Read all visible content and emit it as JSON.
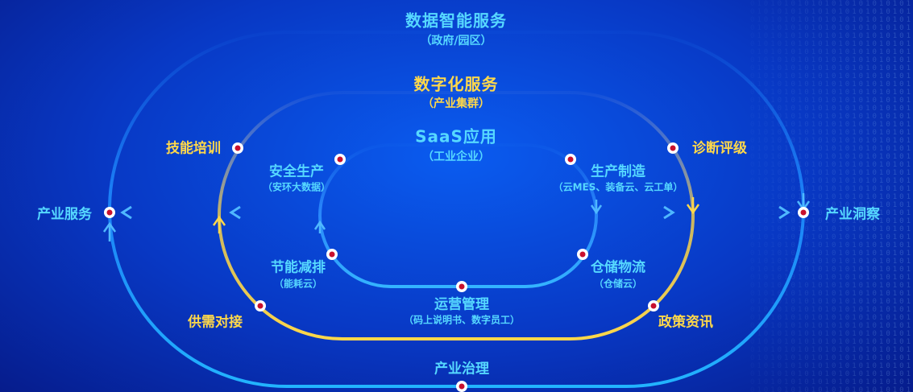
{
  "colors": {
    "background": "#0838c4",
    "outer_ring": "#1fa8ff",
    "middle_ring": "#f2d24a",
    "inner_ring": "#2ea6ff",
    "dot_center": "#c8102e",
    "label_yellow": "#ffd84a",
    "label_cyan": "#56d8ff"
  },
  "rings": {
    "outer": {
      "title": "数据智能服务",
      "subtitle": "（政府/园区）"
    },
    "middle": {
      "title": "数字化服务",
      "subtitle": "（产业集群）"
    },
    "inner": {
      "title": "SaaS应用",
      "subtitle": "（工业企业）"
    }
  },
  "nodes": {
    "industry_service": "产业服务",
    "industry_insight": "产业洞察",
    "industry_governance": "产业治理",
    "skill_training": "技能培训",
    "diagnosis_rating": "诊断评级",
    "supply_demand": "供需对接",
    "policy_info": "政策资讯",
    "safety": {
      "title": "安全生产",
      "subtitle": "（安环大数据）"
    },
    "manufacturing": {
      "title": "生产制造",
      "subtitle": "（云MES、装备云、云工单）"
    },
    "energy": {
      "title": "节能减排",
      "subtitle": "（能耗云）"
    },
    "logistics": {
      "title": "仓储物流",
      "subtitle": "（仓储云）"
    },
    "operations": {
      "title": "运营管理",
      "subtitle": "（码上说明书、数字员工）"
    }
  }
}
